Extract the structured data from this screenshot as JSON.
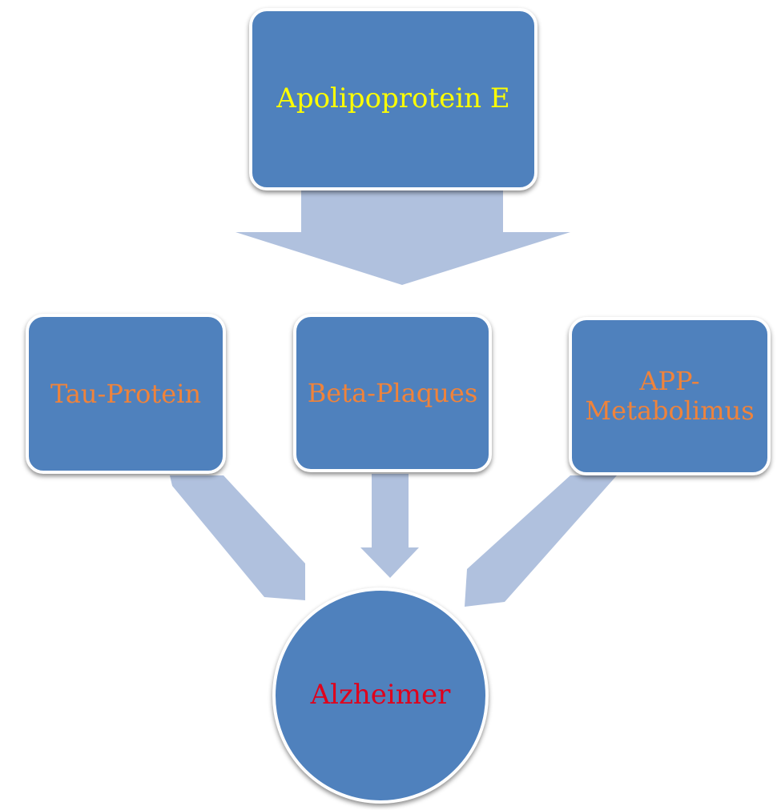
{
  "diagram": {
    "nodes": {
      "top": {
        "label": "Apolipoprotein E"
      },
      "left": {
        "label": "Tau-Protein"
      },
      "middle": {
        "label": "Beta-Plaques"
      },
      "right": {
        "label": "APP-\nMetabolimus"
      },
      "bottom": {
        "label": "Alzheimer"
      }
    },
    "colors": {
      "node_fill": "#4f81bd",
      "node_border": "#ffffff",
      "arrow_fill": "#b0c1de",
      "top_text": "#ffff00",
      "middle_text": "#f0833a",
      "bottom_text": "#e0001b"
    },
    "edges": [
      {
        "from": "top",
        "to": "left"
      },
      {
        "from": "top",
        "to": "middle"
      },
      {
        "from": "top",
        "to": "right"
      },
      {
        "from": "left",
        "to": "bottom"
      },
      {
        "from": "middle",
        "to": "bottom"
      },
      {
        "from": "right",
        "to": "bottom"
      }
    ]
  }
}
